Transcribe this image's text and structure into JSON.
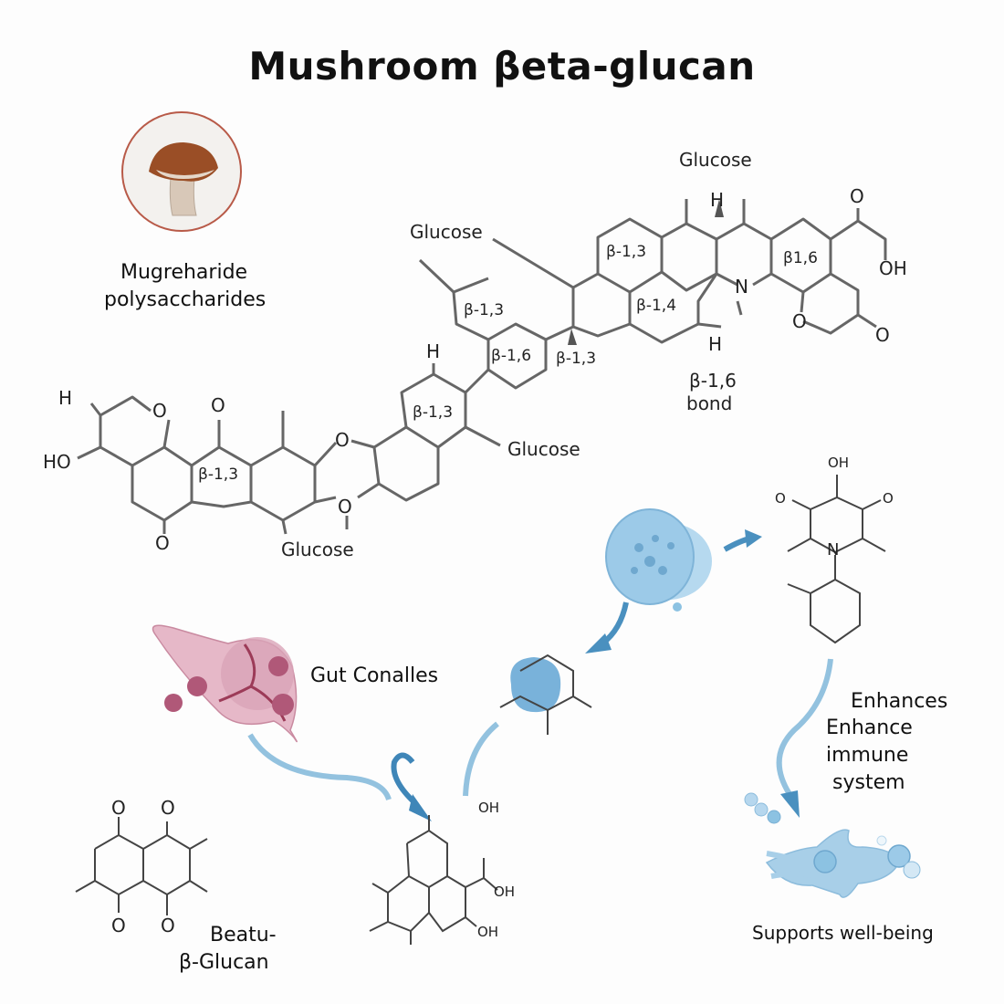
{
  "title": "Mushroom βeta-glucan",
  "source": {
    "icon": "mushroom-icon",
    "label_line1": "Mugreharide",
    "label_line2": "polysaccharides"
  },
  "structure_labels": {
    "glucose_top": "Glucose",
    "glucose_left": "Glucose",
    "glucose_mid": "Glucose",
    "glucose_bottom": "Glucose",
    "bond_note_line1": "β-1,6",
    "bond_note_line2": "bond",
    "rings": [
      "β-1,3",
      "β-1,4",
      "β1,6",
      "β-1,3",
      "β-1,6",
      "β-1,3",
      "β-1,3",
      "β-1,3"
    ]
  },
  "atoms": {
    "o": "O",
    "oh": "OH",
    "ho": "HO",
    "h": "H",
    "n": "N"
  },
  "process": {
    "gut_label": "Gut Conalles",
    "gut_icon": "gut-cell-icon",
    "immune_cell_icon": "immune-cell-icon",
    "macrophage_icon": "macrophage-icon",
    "enhances_line1": "Enhances",
    "enhances_line2": "Enhance",
    "enhances_line3": "immune",
    "enhances_line4": "system",
    "supports": "Supports well-being",
    "glucan_label_line1": "Beatu-",
    "glucan_label_line2": "β-Glucan"
  },
  "colors": {
    "mushroom_cap": "#9a4e26",
    "ring_border": "#b85a48",
    "gut_pink": "#c98aa0",
    "arrow_blue": "#4a90bf",
    "cell_blue": "#8cc2e2"
  }
}
